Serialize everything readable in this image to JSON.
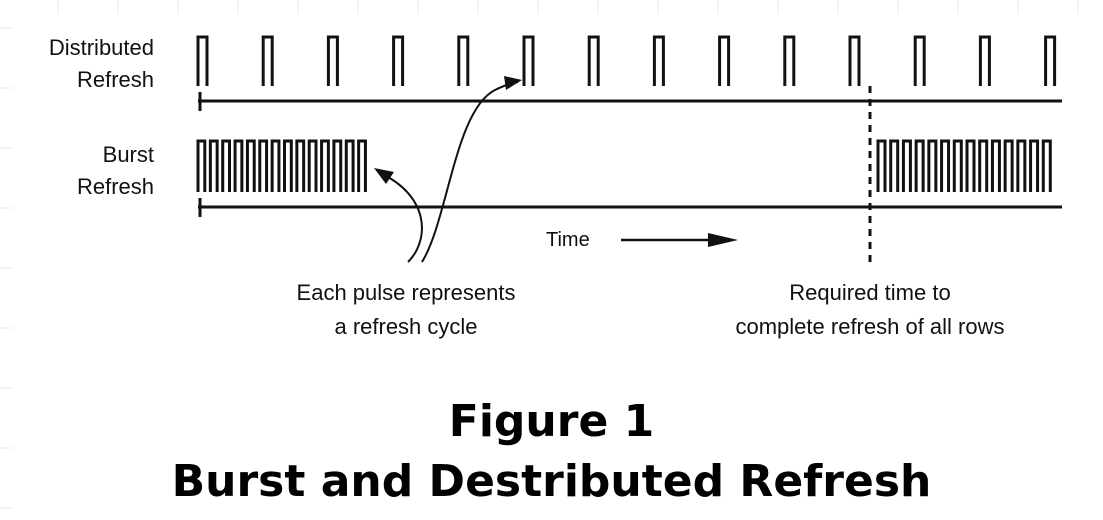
{
  "diagram": {
    "rows": [
      {
        "id": "distributed",
        "label_line1": "Distributed",
        "label_line2": "Refresh"
      },
      {
        "id": "burst",
        "label_line1": "Burst",
        "label_line2": "Refresh"
      }
    ],
    "time_label": "Time",
    "note_pulse_line1": "Each pulse represents",
    "note_pulse_line2": "a refresh cycle",
    "note_required_line1": "Required time to",
    "note_required_line2": "complete refresh of all rows",
    "figure_number": "Figure 1",
    "figure_title": "Burst and Destributed Refresh",
    "colors": {
      "ink": "#111111",
      "background": "#ffffff",
      "grid": "#e8e8e8"
    }
  }
}
